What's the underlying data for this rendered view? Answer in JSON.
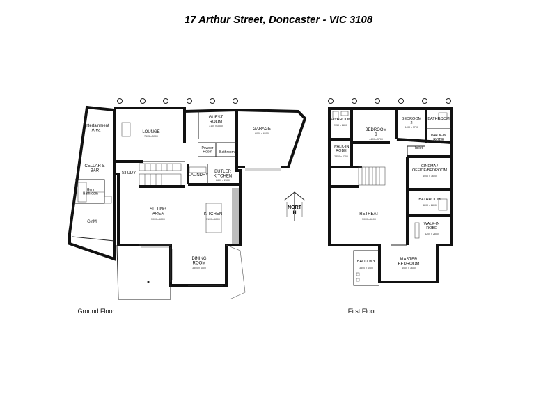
{
  "title": "17 Arthur Street, Doncaster - VIC 3108",
  "compass_label": "NORT\nH",
  "floors": {
    "ground": {
      "label": "Ground Floor",
      "rooms": [
        {
          "id": "entertainment",
          "name": "Entertainment\nArea",
          "dims": ""
        },
        {
          "id": "cellar",
          "name": "CELLAR &\nBAR",
          "dims": ""
        },
        {
          "id": "gym-bath",
          "name": "Gym\nBathroom",
          "dims": ""
        },
        {
          "id": "gym",
          "name": "GYM",
          "dims": ""
        },
        {
          "id": "lounge",
          "name": "LOUNGE",
          "dims": "7505 x 5700"
        },
        {
          "id": "guest",
          "name": "GUEST\nROOM",
          "dims": "3100 x 3500"
        },
        {
          "id": "powder",
          "name": "Powder\nRoom",
          "dims": ""
        },
        {
          "id": "bathroom",
          "name": "Bathroom",
          "dims": ""
        },
        {
          "id": "garage",
          "name": "GARAGE",
          "dims": "6000 x 6600"
        },
        {
          "id": "study",
          "name": "STUDY",
          "dims": ""
        },
        {
          "id": "laundry",
          "name": "LAUNDRY",
          "dims": ""
        },
        {
          "id": "butler",
          "name": "BUTLER\nKITCHEN",
          "dims": "2800 x 2500"
        },
        {
          "id": "sitting",
          "name": "SITTING\nAREA",
          "dims": "5000 x 6100"
        },
        {
          "id": "kitchen",
          "name": "KITCHEN",
          "dims": "3100 x 6100"
        },
        {
          "id": "dining",
          "name": "DINING\nROOM",
          "dims": "3800 x 4000"
        }
      ]
    },
    "first": {
      "label": "First Floor",
      "rooms": [
        {
          "id": "bath1",
          "name": "BATHROOM",
          "dims": "2350 x 2800"
        },
        {
          "id": "bed1",
          "name": "BEDROOM\n1",
          "dims": "4400 x 3700"
        },
        {
          "id": "bed2",
          "name": "BEDROOM\n2",
          "dims": "3400 x 3700"
        },
        {
          "id": "bath2",
          "name": "BATHROOM",
          "dims": ""
        },
        {
          "id": "wir2",
          "name": "WALK-IN\nROBE",
          "dims": ""
        },
        {
          "id": "wir1",
          "name": "WALK-IN\nROBE",
          "dims": "2350 x 2700"
        },
        {
          "id": "toilet",
          "name": "Toilet",
          "dims": ""
        },
        {
          "id": "cinema",
          "name": "CINEMA /\nOFFICE/BEDROOM",
          "dims": "4000 x 3600"
        },
        {
          "id": "bath3",
          "name": "BATHROOM",
          "dims": "4200 x 2800"
        },
        {
          "id": "retreat",
          "name": "RETREAT",
          "dims": "5000 x 6100"
        },
        {
          "id": "wir3",
          "name": "WALK-IN\nROBE",
          "dims": "4200 x 2800"
        },
        {
          "id": "balcony",
          "name": "BALCONY",
          "dims": "3300 x 4400"
        },
        {
          "id": "master",
          "name": "MASTER\nBEDROOM",
          "dims": "4000 x 3600"
        }
      ]
    }
  }
}
